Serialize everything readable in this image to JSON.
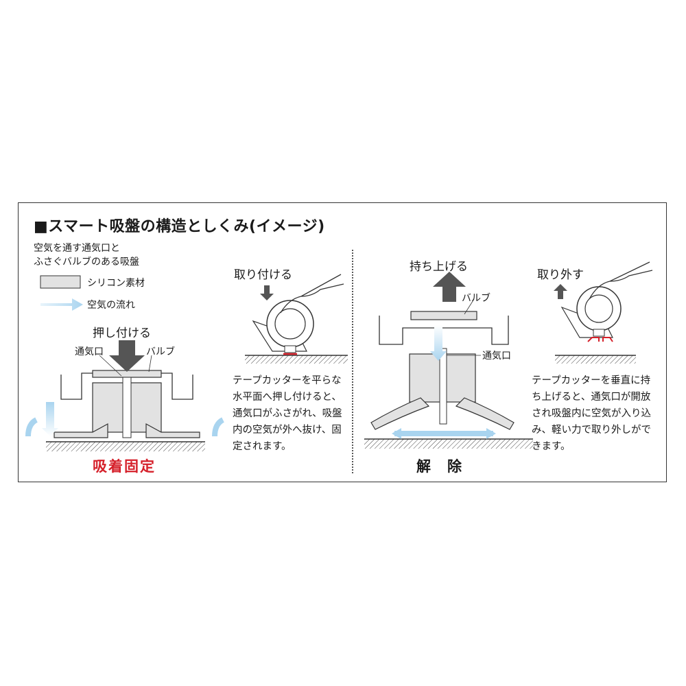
{
  "heading": "■スマート吸盤の構造としくみ(イメージ)",
  "description": [
    "空気を通す通気口と",
    "ふさぐバルブのある吸盤"
  ],
  "legend": {
    "silicone_label": "シリコン素材",
    "silicone_color": "#e2e2e2",
    "airflow_label": "空気の流れ",
    "airflow_color": "#a9d4ef"
  },
  "left_section": {
    "push_label": "押し付ける",
    "vent_label": "通気口",
    "valve_label": "バルブ",
    "result_label": "吸着固定",
    "result_color": "#d5202a",
    "attach_label": "取り付ける",
    "caption": "テープカッターを平らな水平面へ押し付けると、通気口がふさがれ、吸盤内の空気が外へ抜け、固定されます。"
  },
  "right_section": {
    "lift_label": "持ち上げる",
    "valve_label": "バルブ",
    "vent_label": "通気口",
    "result_label": "解除",
    "remove_label": "取り外す",
    "caption": "テープカッターを垂直に持ち上げると、通気口が開放され吸盤内に空気が入り込み、軽い力で取り外しができます。"
  }
}
